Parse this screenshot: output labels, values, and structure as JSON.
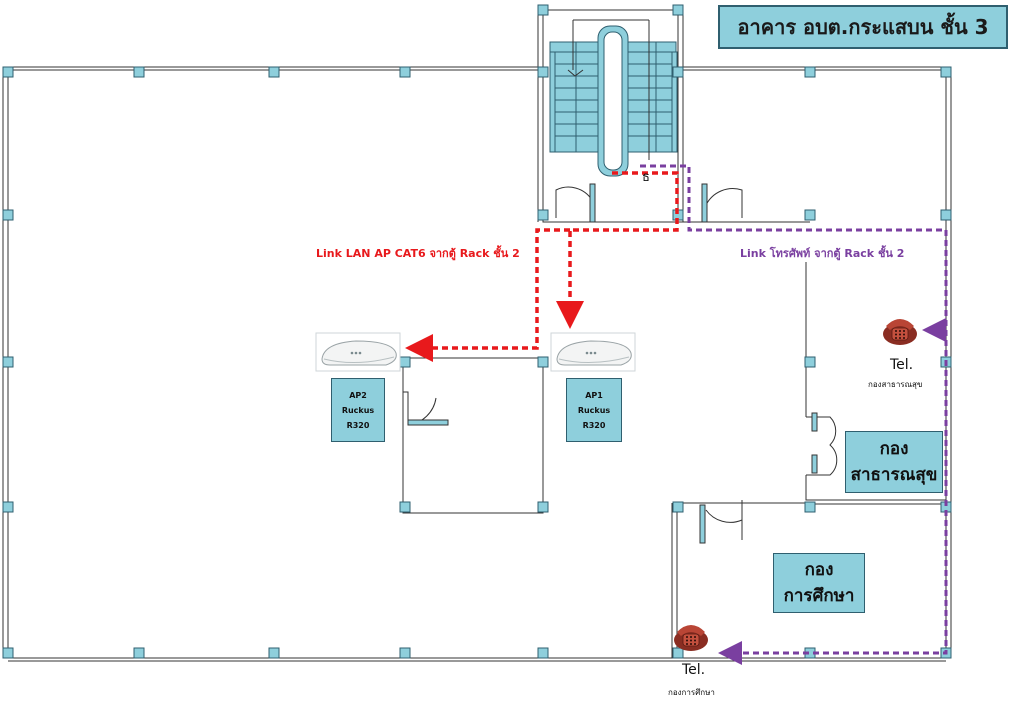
{
  "title": "อาคาร อบต.กระแสบน ชั้น 3",
  "links": {
    "lan_label": "Link LAN AP CAT6  จากตู้ Rack ชั้น 2",
    "phone_label": "Link โทรศัพท์ จากตู้ Rack ชั้น 2"
  },
  "access_points": [
    {
      "line1": "AP2",
      "line2": "Ruckus",
      "line3": "R320"
    },
    {
      "line1": "AP1",
      "line2": "Ruckus",
      "line3": "R320"
    }
  ],
  "rooms": [
    {
      "line1": "กอง",
      "line2": "สาธารณสุข"
    },
    {
      "line1": "กอง",
      "line2": "การศึกษา"
    }
  ],
  "phones": [
    {
      "label": "Tel.",
      "room": "กองสาธารณสุข"
    },
    {
      "label": "Tel.",
      "room": "กองการศึกษา"
    }
  ],
  "stair_label": "ธ",
  "colors": {
    "lan_link": "#e8191c",
    "phone_link": "#7a3fa0",
    "room_fill": "#8ecfdc",
    "wall": "#333333",
    "phone": "#a03a2e"
  }
}
